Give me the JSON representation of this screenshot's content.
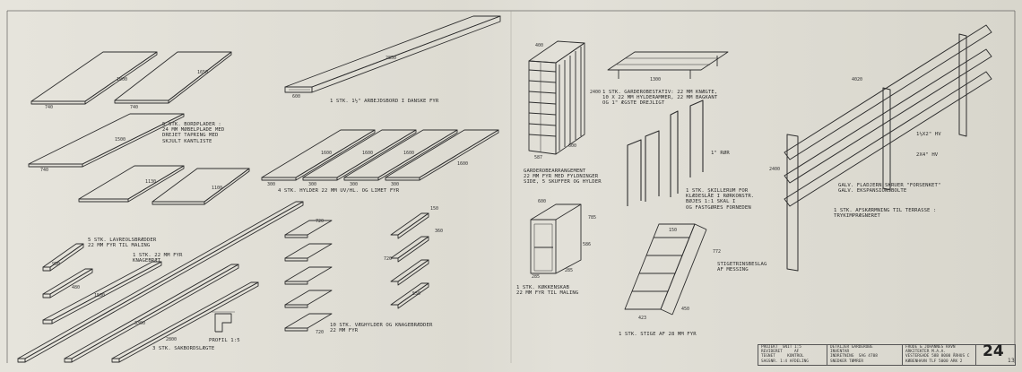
{
  "drawing": {
    "labels": {
      "bordplader": "5 stk. bordplader :\n24 mm møbelplade med\ndrejet tapring med\nskjult kantliste",
      "arbejdsbord": "1 stk. 1½\" arbejdsbord i danske fyr",
      "hylder": "4 stk. hylder 22 mm uv/hl. og limet fyr",
      "lavreolsbraedder": "5 stk. lavreolsbrædder\n22 mm fyr til maling",
      "knagebraet": "1 stk. 22 mm fyr\nknagebræt",
      "saksbord": "3 stk. sakbordslægte",
      "profil": "profil 1:5",
      "skabe_hylder": "10 stk. væghylder og knagebrædder\n22 mm fyr",
      "garderobe": "garderobearrangement\n22 mm fyr med fyldninger\nside, 5 skuffer og hylder",
      "garderobestativ": "1 stk. garderobestativ: 22 mm knægte,\n10 x 22 mm hylderammer, 22 mm bagkant\nog 1\" ægste drejligt",
      "ror": "1\" rør",
      "skillerum": "1 stk. skillerum for\nklædeslåe i rørkonstr.\nbøjes 1:1 skal i\nog fastgøres forneden",
      "kokkenskab": "1 stk. køkkenskab\n22 mm fyr til maling",
      "stige": "1 stk. stige af 28 mm fyr",
      "stigetrin": "stigetrinsbeslag\naf messing",
      "galv": "galv. fladjern skruer \"forsenket\"\ngalv. ekspansionsbolte",
      "afskaerming": "1 stk. afskærmning til terrasse :\ntrykimprægneret",
      "hv1": "1½x2\" hv",
      "hv2": "2x4\" hv"
    },
    "dims": {
      "top1": "1000",
      "top2": "740",
      "top3": "1650",
      "top4": "740",
      "top5": "740",
      "top6": "1100",
      "arb": "2850",
      "arbw": "600",
      "mid1": "1500",
      "mid2": "1130",
      "h1": "1600",
      "h2": "1600",
      "h3": "1600",
      "h4": "1600",
      "hw1": "300",
      "hw2": "300",
      "hw3": "300",
      "hw4": "300",
      "s1": "950",
      "s2": "480",
      "s3": "1500",
      "s4": "3300",
      "s5": "2800",
      "sh1": "720",
      "sh2": "360",
      "sh3": "720",
      "sh4": "150",
      "sh5": "550",
      "sh6": "720",
      "g1": "400",
      "g2": "2400",
      "g3": "600",
      "g4": "587",
      "gs1": "1300",
      "k1": "600",
      "k2": "285",
      "k3": "285",
      "k4": "785",
      "k5": "586",
      "st1": "150",
      "st2": "772",
      "st3": "450",
      "st4": "423",
      "t1": "4020",
      "t2": "2400"
    },
    "titleblock": {
      "c1": "projekt  snit 1:5\nrevideret     af\ntegnet     kontrol\nsagsnr. 1:4 afdeling",
      "c2": "detaljer garderobe\ninventar\nindretning  sag 4708\nsnedker tømrer",
      "c3": "frode & johannes ravn\narkitekter m.a.a.\nvestergade 58b 8000 århus c\nkøbenhavn tlf 5000 ark 2",
      "sheet_no": "24",
      "sheet_sub": "13"
    }
  }
}
